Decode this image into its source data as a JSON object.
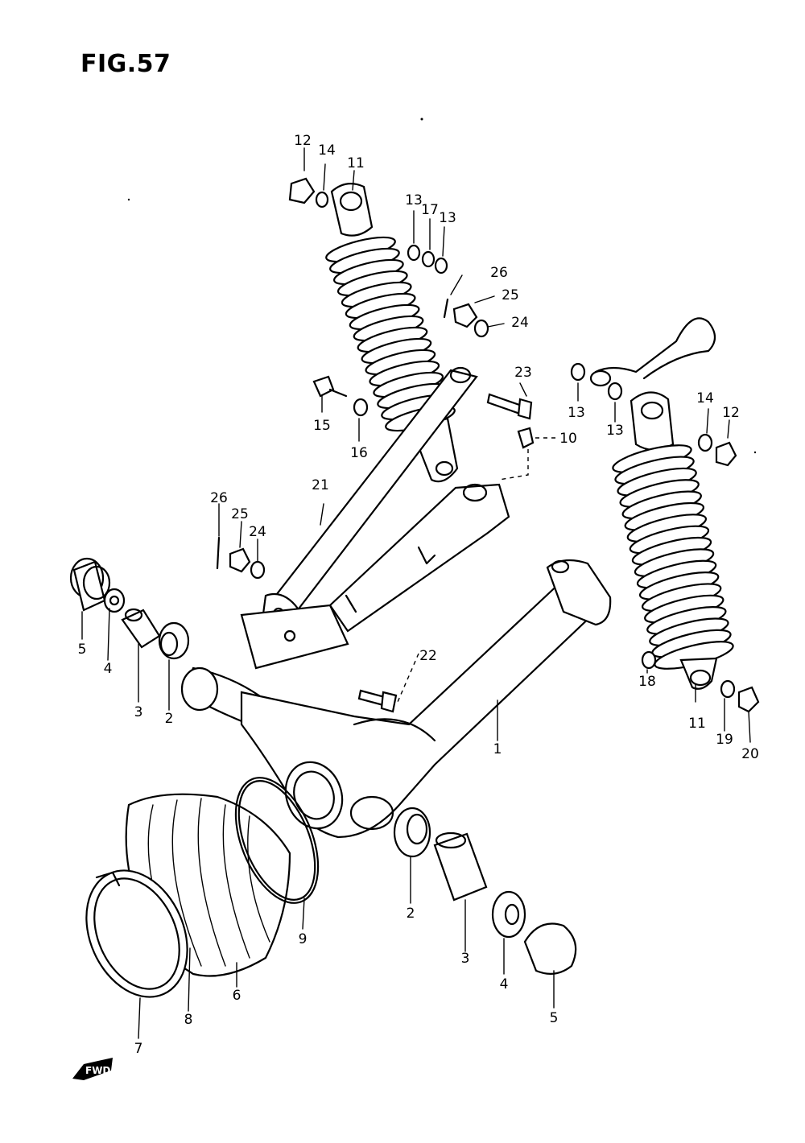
{
  "figure_title": "FIG.57",
  "forward_marker": "FWD",
  "callouts": [
    {
      "id": "c-12-top",
      "text": "12"
    },
    {
      "id": "c-14-top",
      "text": "14"
    },
    {
      "id": "c-11-top",
      "text": "11"
    },
    {
      "id": "c-13-a",
      "text": "13"
    },
    {
      "id": "c-17",
      "text": "17"
    },
    {
      "id": "c-13-b",
      "text": "13"
    },
    {
      "id": "c-26-top",
      "text": "26"
    },
    {
      "id": "c-25-top",
      "text": "25"
    },
    {
      "id": "c-24-top",
      "text": "24"
    },
    {
      "id": "c-23",
      "text": "23"
    },
    {
      "id": "c-15",
      "text": "15"
    },
    {
      "id": "c-16",
      "text": "16"
    },
    {
      "id": "c-10",
      "text": "10"
    },
    {
      "id": "c-13-c",
      "text": "13"
    },
    {
      "id": "c-13-d",
      "text": "13"
    },
    {
      "id": "c-14-right",
      "text": "14"
    },
    {
      "id": "c-12-right",
      "text": "12"
    },
    {
      "id": "c-21",
      "text": "21"
    },
    {
      "id": "c-26-mid",
      "text": "26"
    },
    {
      "id": "c-25-mid",
      "text": "25"
    },
    {
      "id": "c-24-mid",
      "text": "24"
    },
    {
      "id": "c-22",
      "text": "22"
    },
    {
      "id": "c-5-left",
      "text": "5"
    },
    {
      "id": "c-4-left",
      "text": "4"
    },
    {
      "id": "c-3-left",
      "text": "3"
    },
    {
      "id": "c-2-left",
      "text": "2"
    },
    {
      "id": "c-1",
      "text": "1"
    },
    {
      "id": "c-18",
      "text": "18"
    },
    {
      "id": "c-11-right",
      "text": "11"
    },
    {
      "id": "c-19",
      "text": "19"
    },
    {
      "id": "c-20",
      "text": "20"
    },
    {
      "id": "c-9",
      "text": "9"
    },
    {
      "id": "c-2-bottom",
      "text": "2"
    },
    {
      "id": "c-3-bottom",
      "text": "3"
    },
    {
      "id": "c-4-bottom",
      "text": "4"
    },
    {
      "id": "c-5-bottom",
      "text": "5"
    },
    {
      "id": "c-6",
      "text": "6"
    },
    {
      "id": "c-8",
      "text": "8"
    },
    {
      "id": "c-7",
      "text": "7"
    }
  ]
}
